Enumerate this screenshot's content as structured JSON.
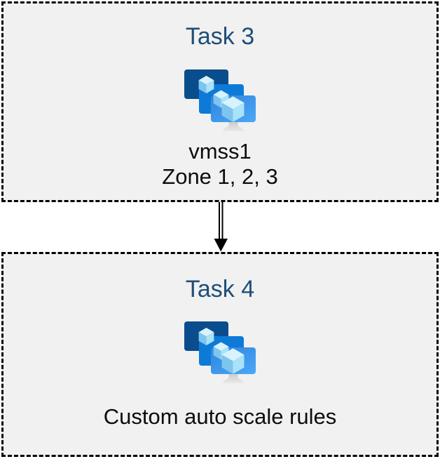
{
  "colors": {
    "page_bg": "#ffffff",
    "box_fill": "#f1f1f1",
    "box_border": "#000000",
    "title_text": "#1f4e79",
    "body_text": "#0d0d0d",
    "arrow": "#000000",
    "screen_back": "#0a4d8d",
    "screen_middle": "#0e7ad8",
    "screen_front_start": "#2f85dd",
    "screen_front_end": "#4aa5f4",
    "cube_top": "#d8f3fe",
    "cube_left": "#7ec5ee",
    "cube_right": "#a9e2f9",
    "stand_top": "#c2c2c2",
    "stand_bottom": "#e9e9e9"
  },
  "diagram": {
    "tasks": [
      {
        "title": "Task 3",
        "icon": "vm-scale-sets-icon",
        "lines": [
          "vmss1",
          "Zone 1, 2, 3"
        ]
      },
      {
        "title": "Task 4",
        "icon": "vm-scale-sets-icon",
        "lines": [
          "Custom auto scale rules"
        ]
      }
    ],
    "connector": {
      "from": "Task 3",
      "to": "Task 4",
      "style": "double-line-arrow",
      "direction": "down"
    }
  }
}
